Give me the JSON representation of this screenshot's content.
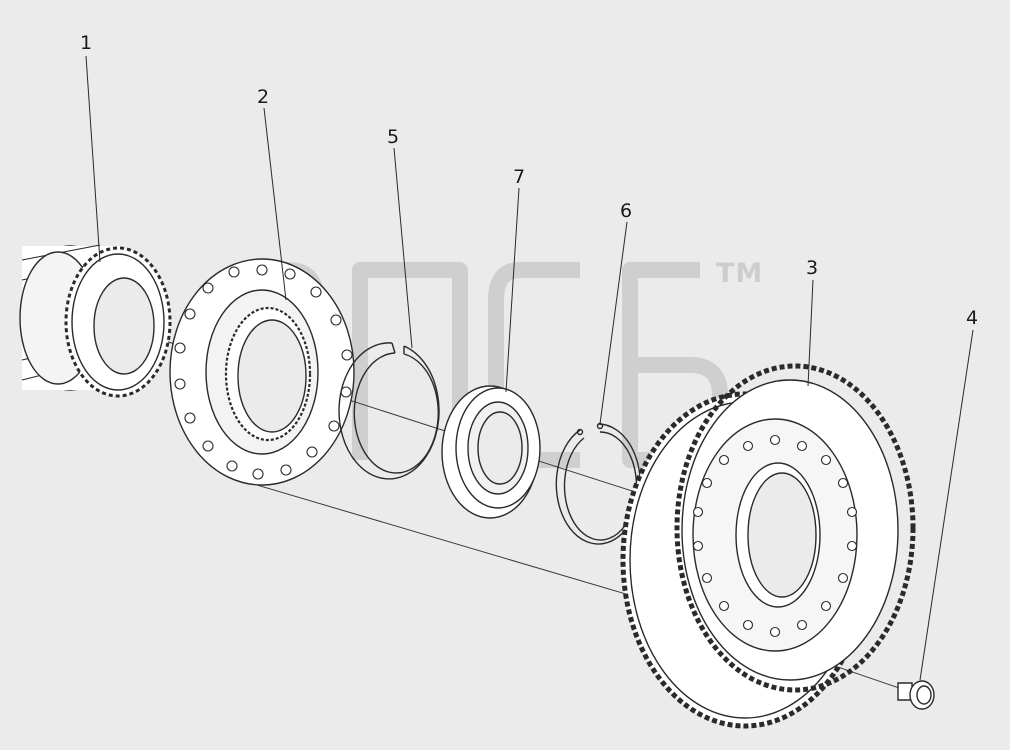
{
  "diagram": {
    "callouts": [
      {
        "id": "c1",
        "label": "1"
      },
      {
        "id": "c2",
        "label": "2"
      },
      {
        "id": "c3",
        "label": "3"
      },
      {
        "id": "c4",
        "label": "4"
      },
      {
        "id": "c5",
        "label": "5"
      },
      {
        "id": "c6",
        "label": "6"
      },
      {
        "id": "c7",
        "label": "7"
      }
    ],
    "watermark": {
      "text": "ЭПСБ",
      "mark": "TM"
    },
    "colors": {
      "background": "#ebebeb",
      "line": "#2a2a2a",
      "part_fill": "#ffffff",
      "watermark": "#cdcdcd"
    }
  }
}
